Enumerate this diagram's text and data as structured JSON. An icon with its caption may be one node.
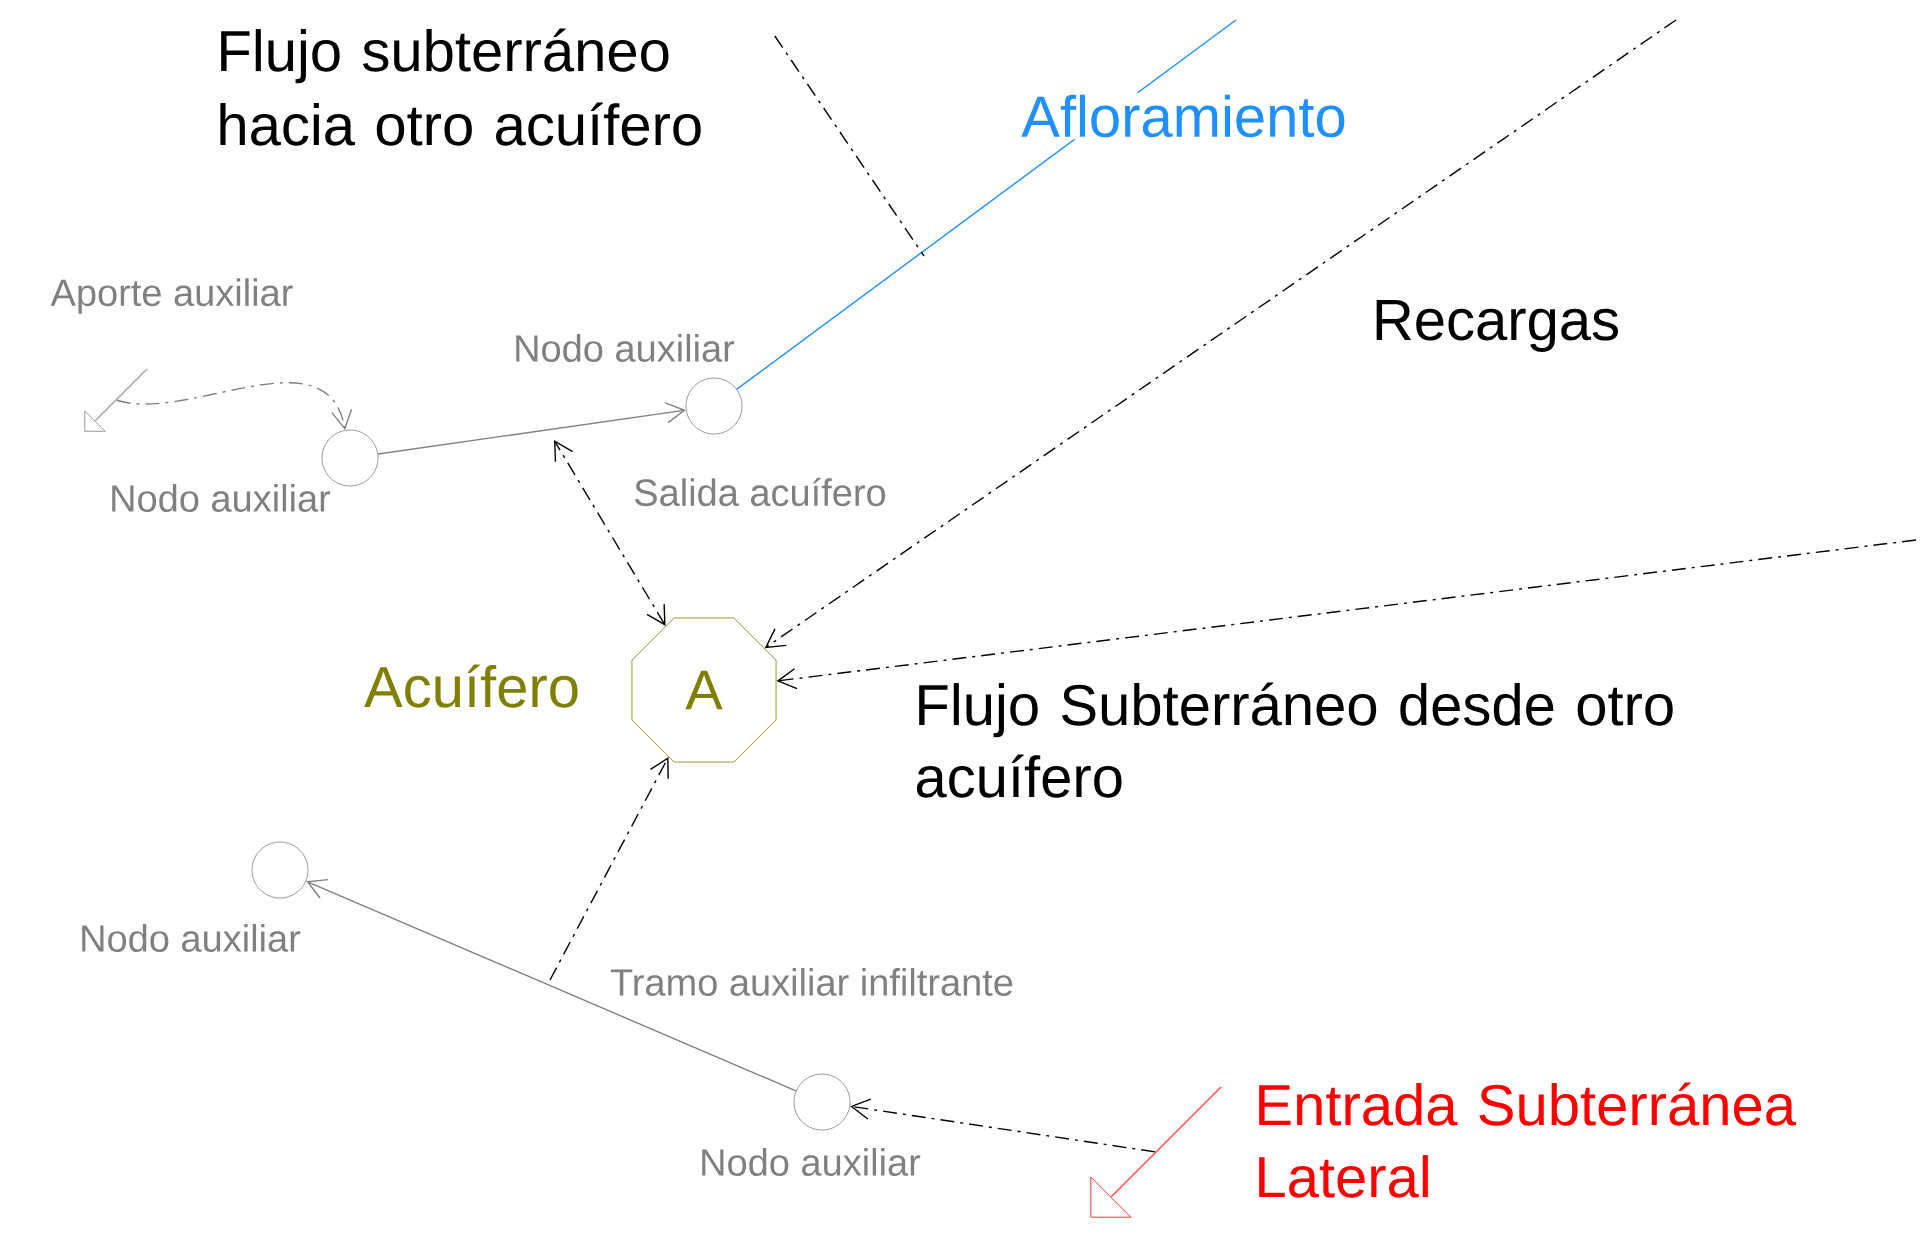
{
  "diagram": {
    "nodes": [
      {
        "text": [
          "A"
        ],
        "beside": [
          "Acuífero"
        ]
      },
      {
        "text": [],
        "shape": "circle",
        "beside": [
          "Nodo auxiliar"
        ]
      },
      {
        "text": [],
        "shape": "circle",
        "beside": [
          "Nodo auxiliar"
        ]
      },
      {
        "text": [],
        "shape": "circle",
        "beside": [
          "Nodo auxiliar"
        ]
      },
      {
        "text": [],
        "shape": "circle",
        "beside": [
          "Nodo auxiliar"
        ]
      },
      {
        "text": [],
        "shape": "arrow",
        "beside": [
          "Aporte auxiliar"
        ]
      },
      {
        "text": [],
        "shape": "arrow",
        "beside": [
          "Entrada Subterránea Lateral"
        ]
      },
      {
        "text": [
          "Flujo subterráneo hacia otro acuífero"
        ]
      }
    ],
    "edges": [
      {
        "from": 5,
        "to": 1,
        "arrow": "to",
        "style": "dashed",
        "color": "#808080"
      },
      {
        "from": 1,
        "to": 2,
        "arrow": "to",
        "color": "#808080"
      },
      {
        "from": 2,
        "to": null,
        "arrow": "none",
        "label": "Afloramiento",
        "color": "#1e90ff"
      },
      {
        "from": 7,
        "to": null,
        "arrow": "none",
        "style": "dashed"
      },
      {
        "from": 0,
        "to": null,
        "arrow": "both",
        "style": "dashed",
        "label": "Salida acuífero"
      },
      {
        "from": null,
        "to": 0,
        "arrow": "to",
        "style": "dashed",
        "label": "Recargas"
      },
      {
        "from": null,
        "to": 0,
        "arrow": "to",
        "style": "dashed",
        "label": "Flujo Subterráneo desde otro acuífero"
      },
      {
        "from": 4,
        "to": 3,
        "arrow": "to",
        "label": "Tramo auxiliar infiltrante",
        "color": "#808080"
      },
      {
        "from": null,
        "to": 0,
        "arrow": "to",
        "style": "dashed"
      },
      {
        "from": 6,
        "to": 4,
        "arrow": "to",
        "style": "dashed"
      }
    ]
  }
}
